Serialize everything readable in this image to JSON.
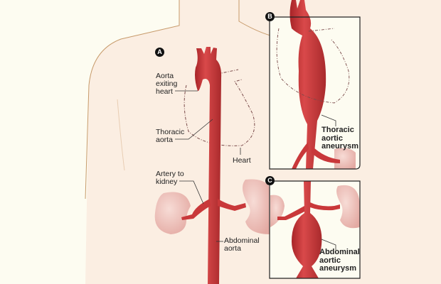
{
  "panels": {
    "a": {
      "badge": "A"
    },
    "b": {
      "badge": "B"
    },
    "c": {
      "badge": "C"
    }
  },
  "labels": {
    "aorta_exiting_heart": "Aorta\nexiting\nheart",
    "thoracic_aorta": "Thoracic\naorta",
    "heart": "Heart",
    "artery_to_kidney": "Artery to\nkidney",
    "abdominal_aorta": "Abdominal\naorta",
    "thoracic_aortic_aneurysm": "Thoracic\naortic\naneurysm",
    "abdominal_aortic_aneurysm": "Abdominal\naortic\naneurysm"
  },
  "colors": {
    "background": "#fdfcf1",
    "skin": "#fbeee0",
    "artery": "#c9383a",
    "kidney": "#efc6bf"
  }
}
